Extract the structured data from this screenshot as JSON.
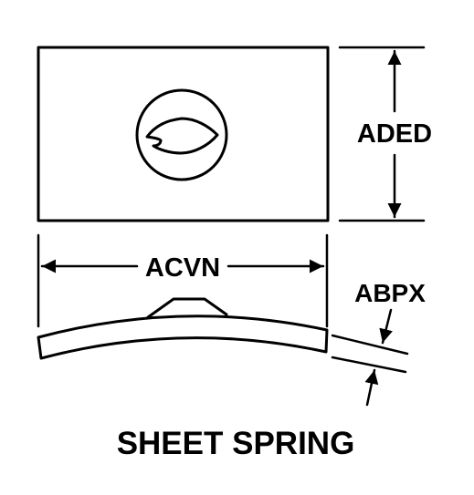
{
  "diagram": {
    "labels": {
      "height_dim": "ADED",
      "width_dim": "ACVN",
      "thickness_dim": "ABPX"
    },
    "caption": "SHEET SPRING"
  }
}
